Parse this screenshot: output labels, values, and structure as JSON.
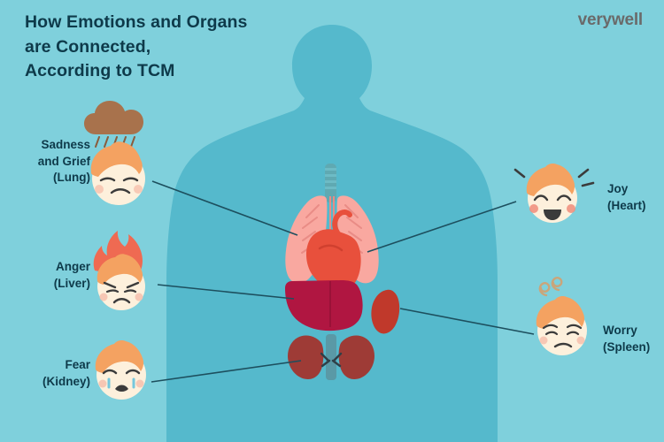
{
  "header": {
    "title": "How Emotions and Organs are Connected, According to TCM",
    "title_lines": [
      "How Emotions and Organs",
      "are Connected,",
      "According to TCM"
    ],
    "brand": "verywell"
  },
  "colors": {
    "background": "#7fd0dc",
    "body_silhouette": "#55b9cc",
    "title_text": "#0e3a4a",
    "brand_text": "#6a6a6a",
    "lungs": "#f9a8a0",
    "heart": "#e8503c",
    "liver": "#b01641",
    "spleen": "#c0392b",
    "kidney": "#9e3b36",
    "connector_line": "#1d4f5e",
    "hair": "#f4a261",
    "skin": "#fdf0dc"
  },
  "labels": [
    {
      "id": "sadness-grief-lung",
      "emotion": "Sadness and Grief",
      "emotion_lines": [
        "Sadness",
        "and Grief"
      ],
      "organ": "(Lung)"
    },
    {
      "id": "anger-liver",
      "emotion": "Anger",
      "emotion_lines": [
        "Anger"
      ],
      "organ": "(Liver)"
    },
    {
      "id": "fear-kidney",
      "emotion": "Fear",
      "emotion_lines": [
        "Fear"
      ],
      "organ": "(Kidney)"
    },
    {
      "id": "joy-heart",
      "emotion": "Joy",
      "emotion_lines": [
        "Joy"
      ],
      "organ": "(Heart)"
    },
    {
      "id": "worry-spleen",
      "emotion": "Worry",
      "emotion_lines": [
        "Worry"
      ],
      "organ": "(Spleen)"
    }
  ],
  "icons": {
    "sadness": "sad-face-with-rain-cloud-icon",
    "anger": "angry-face-with-flames-icon",
    "fear": "fearful-crying-face-icon",
    "joy": "laughing-joyful-face-icon",
    "worry": "worried-face-with-spiral-icon",
    "body": "human-body-silhouette-icon",
    "lungs": "lungs-icon",
    "heart": "heart-icon",
    "liver": "liver-icon",
    "spleen": "spleen-icon",
    "kidneys": "kidneys-icon"
  }
}
